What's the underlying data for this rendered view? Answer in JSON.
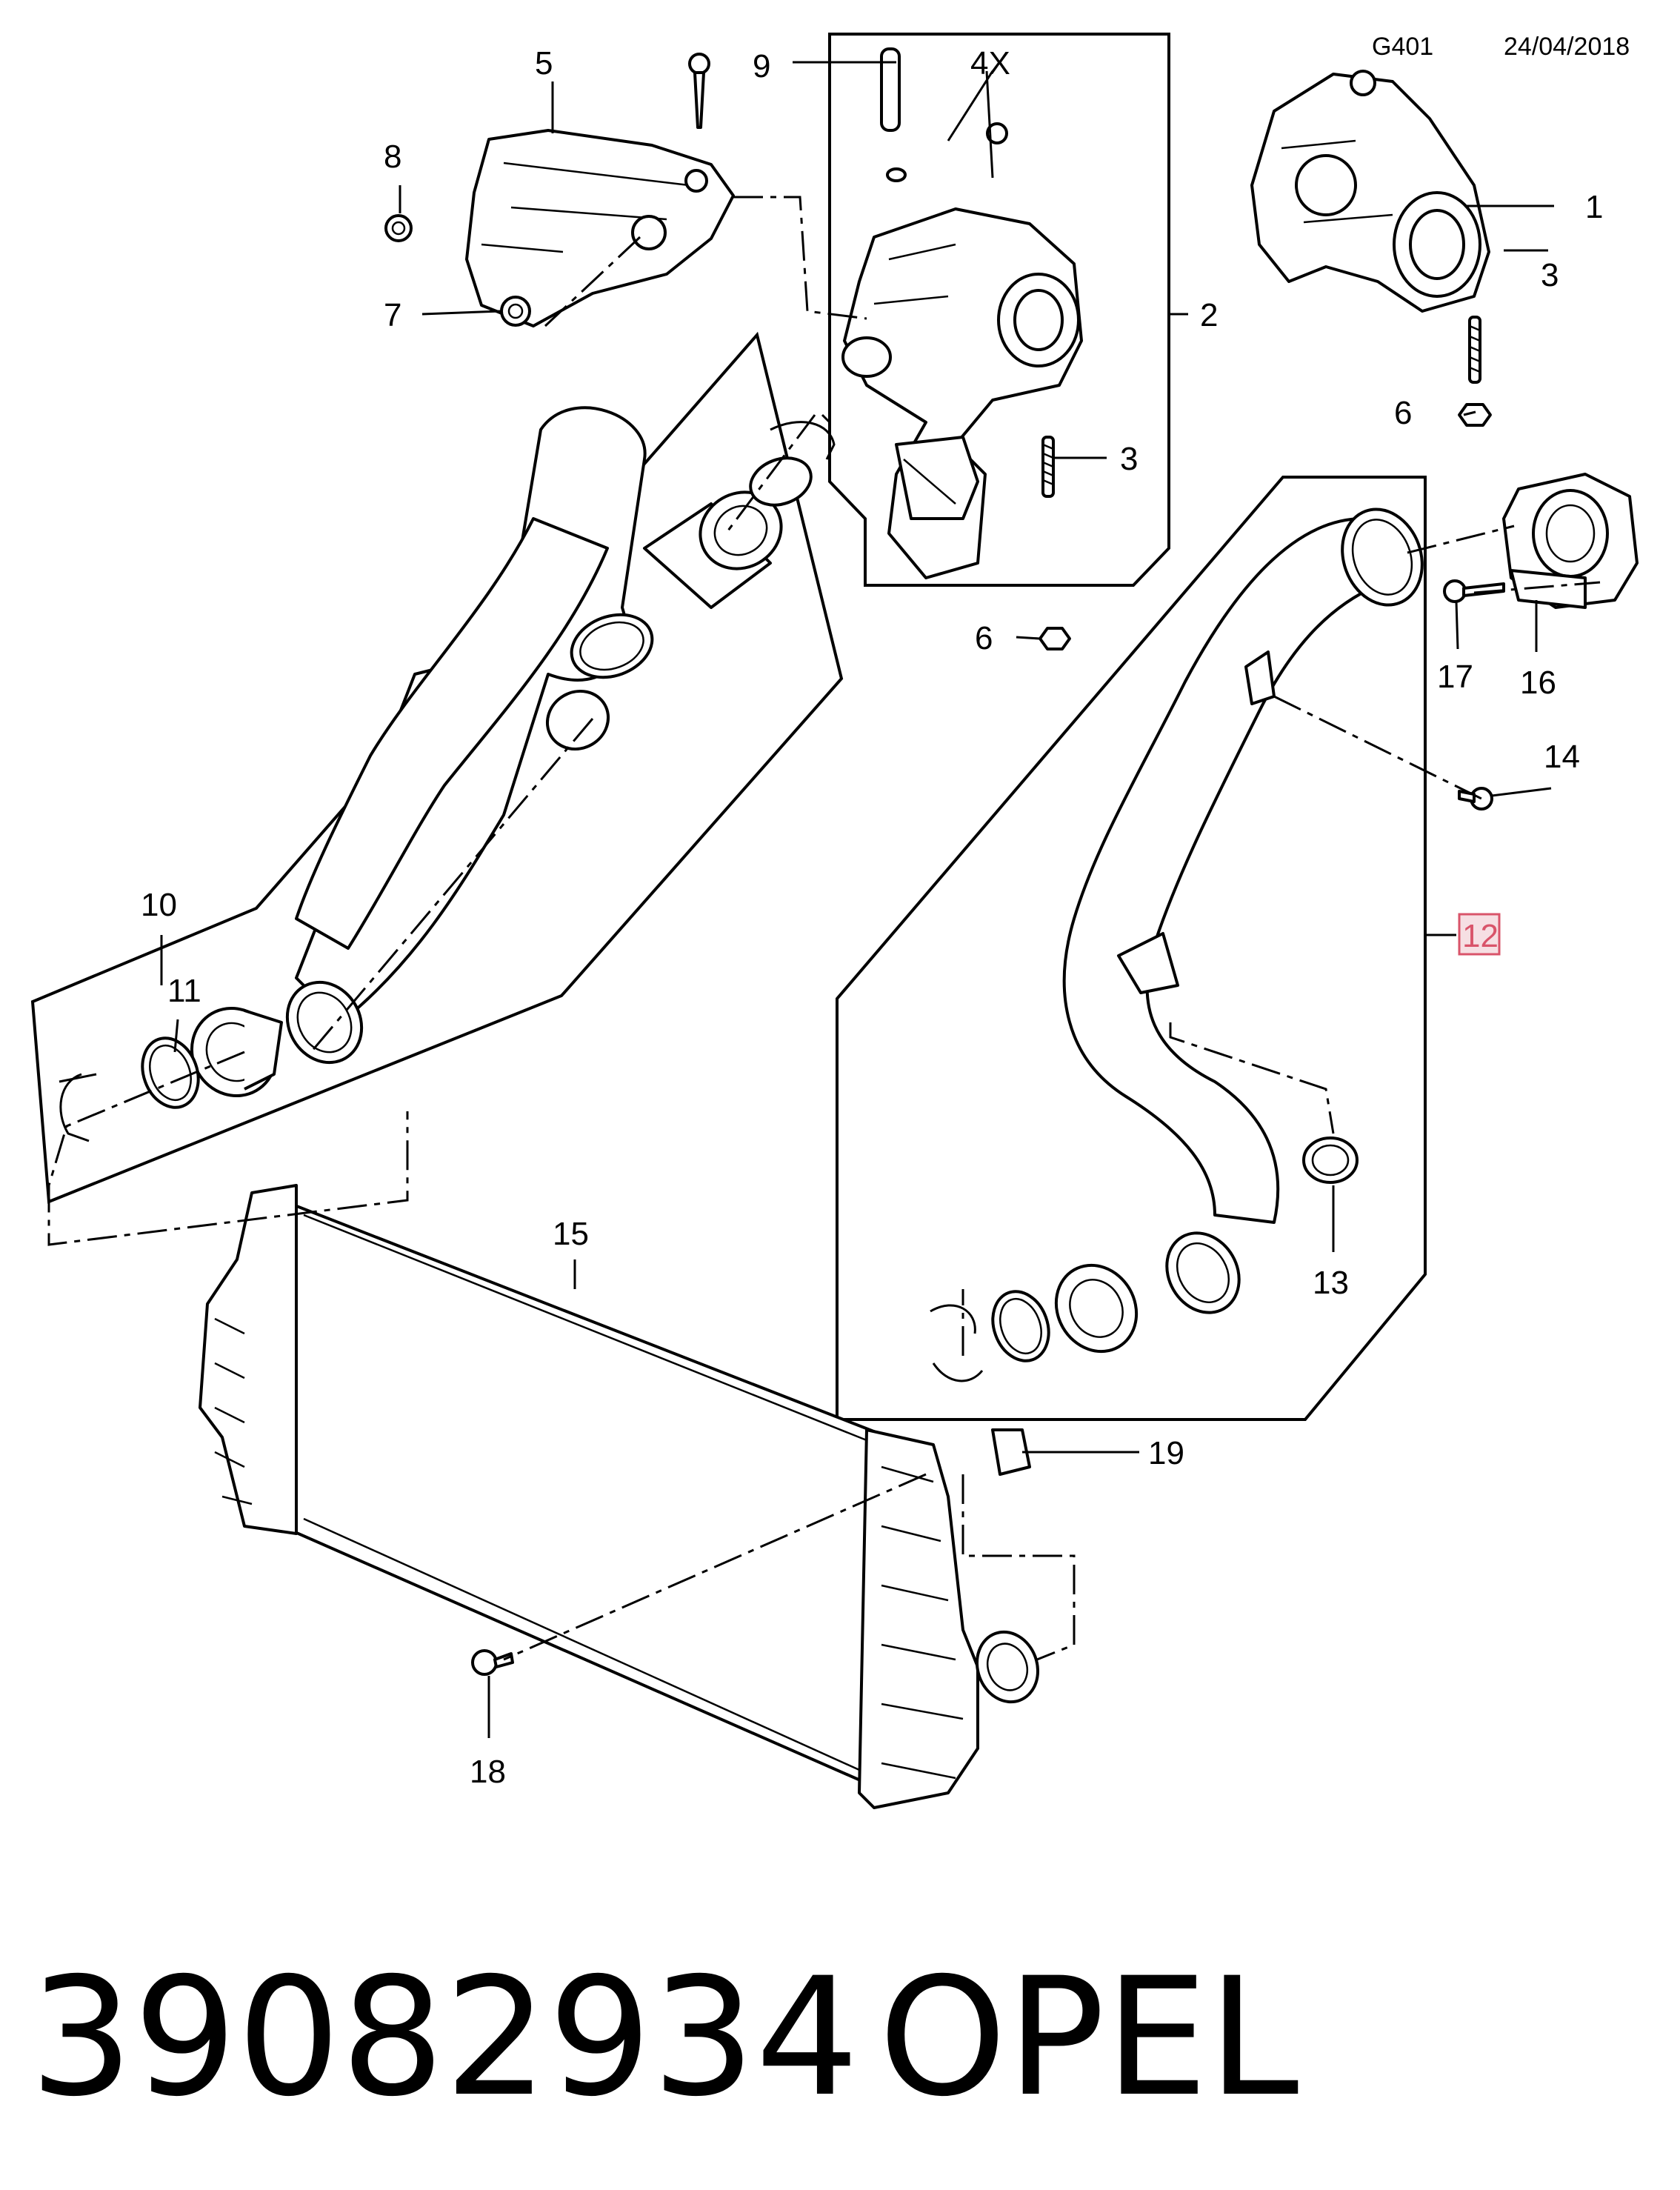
{
  "header": {
    "code": "G401",
    "date": "24/04/2018"
  },
  "callouts": {
    "c1": "1",
    "c2": "2",
    "c3a": "3",
    "c3b": "3",
    "c4x": "4X",
    "c5": "5",
    "c6a": "6",
    "c6b": "6",
    "c7": "7",
    "c8": "8",
    "c9": "9",
    "c10": "10",
    "c11": "11",
    "c12": "12",
    "c13": "13",
    "c14": "14",
    "c15": "15",
    "c16": "16",
    "c17": "17",
    "c18": "18",
    "c19": "19"
  },
  "highlighted_callout": "12",
  "footer": {
    "part_number": "39082934",
    "brand": "OPEL"
  }
}
